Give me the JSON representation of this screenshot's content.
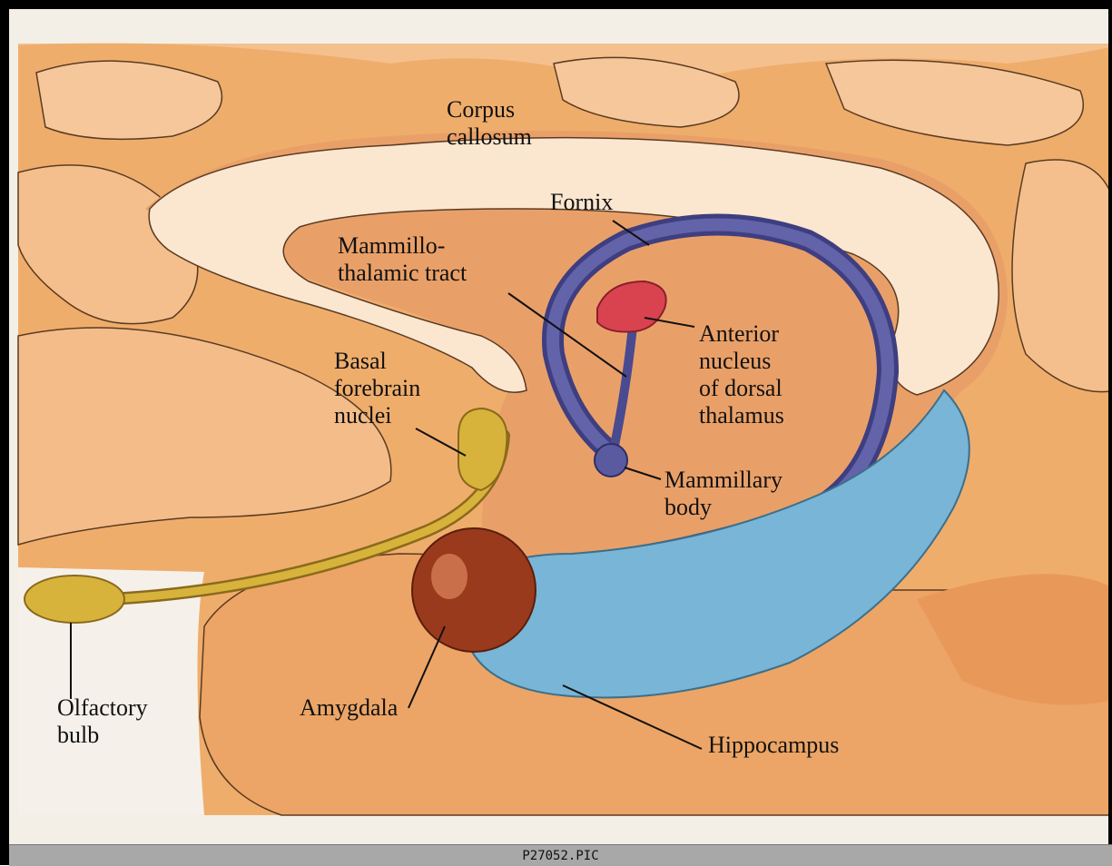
{
  "labels": {
    "corpus_callosum": "Corpus\ncallosum",
    "fornix": "Fornix",
    "mammillothalamic_tract": "Mammillo-\nthalamic tract",
    "anterior_nucleus": "Anterior\nnucleus\nof dorsal\nthalamus",
    "basal_forebrain": "Basal\nforebrain\nnuclei",
    "mammillary_body": "Mammillary\nbody",
    "olfactory_bulb": "Olfactory\nbulb",
    "amygdala": "Amygdala",
    "hippocampus": "Hippocampus"
  },
  "status_bar": {
    "filename": "P27052.PIC"
  },
  "colors": {
    "cortex": "#efad6c",
    "cortex_light": "#f6c79a",
    "interior": "#e9a068",
    "corpus_callosum": "#fbe6cf",
    "fornix": "#55559a",
    "anterior_nucleus": "#d94350",
    "basal_forebrain": "#d8b33c",
    "amygdala": "#9a3a1c",
    "hippocampus": "#78b5d6",
    "status_bar": "#a8a8a8"
  }
}
